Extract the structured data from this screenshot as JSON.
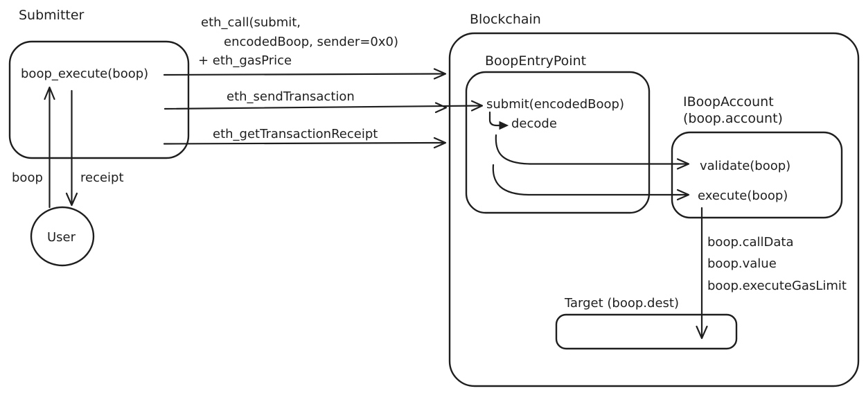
{
  "colors": {
    "stroke": "#1e1e1e",
    "background": "#ffffff"
  },
  "submitter": {
    "title": "Submitter",
    "method": "boop_execute(boop)"
  },
  "user": {
    "label": "User",
    "sends_label": "boop",
    "receives_label": "receipt"
  },
  "rpc_calls": {
    "eth_call": {
      "line1": "eth_call(submit,",
      "line2": "encodedBoop, sender=0x0)",
      "line3": "+ eth_gasPrice"
    },
    "eth_send_transaction": "eth_sendTransaction",
    "eth_get_transaction_receipt": "eth_getTransactionReceipt"
  },
  "blockchain": {
    "title": "Blockchain",
    "entry_point": {
      "title": "BoopEntryPoint",
      "submit": "submit(encodedBoop)",
      "decode": "decode"
    },
    "account": {
      "title": "IBoopAccount",
      "subtitle": "(boop.account)",
      "validate": "validate(boop)",
      "execute": "execute(boop)"
    },
    "call_fields": [
      "boop.callData",
      "boop.value",
      "boop.executeGasLimit"
    ],
    "target": {
      "title": "Target (boop.dest)"
    }
  }
}
